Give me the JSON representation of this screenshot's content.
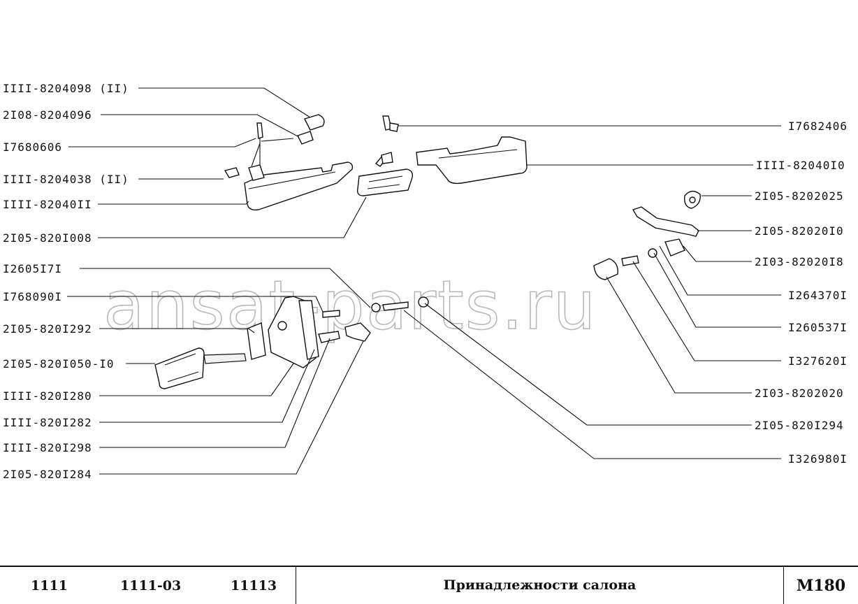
{
  "watermark": "ansat-parts.ru",
  "labels_left": [
    "IIII-8204098 (II)",
    "2I08-8204096",
    "I7680606",
    "IIII-8204038 (II)",
    "IIII-82040II",
    "2I05-820I008",
    "I2605I7I",
    "I768090I",
    "2I05-820I292",
    "2I05-820I050-I0",
    "IIII-820I280",
    "IIII-820I282",
    "IIII-820I298",
    "2I05-820I284"
  ],
  "labels_right": [
    "I7682406",
    "IIII-82040I0",
    "2I05-8202025",
    "2I05-82020I0",
    "2I03-82020I8",
    "I264370I",
    "I260537I",
    "I327620I",
    "2I03-8202020",
    "2I05-820I294",
    "I326980I"
  ],
  "footer": {
    "models": [
      "1111",
      "1111-03",
      "11113"
    ],
    "title": "Принадлежности салона",
    "code": "M180"
  }
}
